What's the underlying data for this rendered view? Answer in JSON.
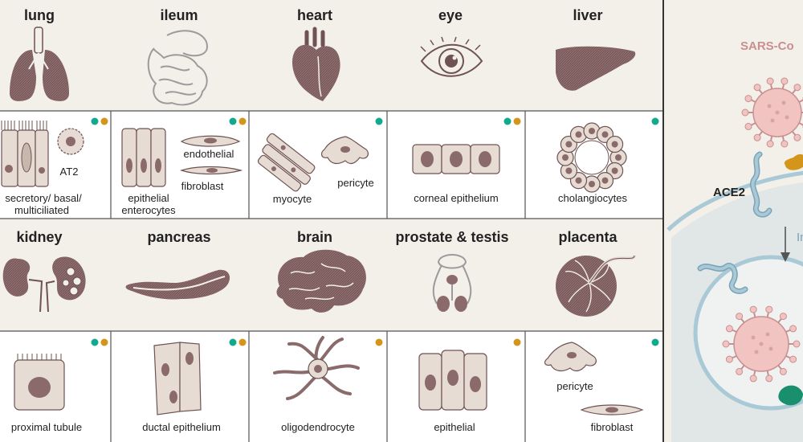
{
  "organs": [
    {
      "id": "lung",
      "label": "lung"
    },
    {
      "id": "ileum",
      "label": "ileum"
    },
    {
      "id": "heart",
      "label": "heart"
    },
    {
      "id": "eye",
      "label": "eye"
    },
    {
      "id": "liver",
      "label": "liver"
    },
    {
      "id": "kidney",
      "label": "kidney"
    },
    {
      "id": "pancreas",
      "label": "pancreas"
    },
    {
      "id": "brain",
      "label": "brain"
    },
    {
      "id": "prostate",
      "label": "prostate & testis"
    },
    {
      "id": "placenta",
      "label": "placenta"
    }
  ],
  "cells": {
    "lung_epi_1": "secretory/ basal/",
    "lung_epi_2": "multiciliated",
    "lung_at2": "AT2",
    "ileum_epi_1": "epithelial",
    "ileum_epi_2": "enterocytes",
    "ileum_endo": "endothelial",
    "ileum_fibro": "fibroblast",
    "heart_myo": "myocyte",
    "heart_peri": "pericyte",
    "eye_cornea": "corneal epithelium",
    "liver_chol": "cholangiocytes",
    "kidney_pt": "proximal tubule",
    "pancreas_duct": "ductal epithelium",
    "brain_oligo": "oligodendrocyte",
    "prostate_epi": "epithelial",
    "placenta_peri": "pericyte",
    "placenta_fibro": "fibroblast"
  },
  "markers": {
    "lung": [
      "teal",
      "orange"
    ],
    "ileum": [
      "teal",
      "orange"
    ],
    "heart": [
      "teal"
    ],
    "eye": [
      "teal",
      "orange"
    ],
    "liver": [
      "teal"
    ],
    "kidney": [
      "teal",
      "orange"
    ],
    "pancreas": [
      "teal",
      "orange"
    ],
    "brain": [
      "orange"
    ],
    "prostate": [
      "orange"
    ],
    "placenta": [
      "teal"
    ]
  },
  "virus_panel": {
    "virus_label": "SARS-Co",
    "receptor_label": "ACE2",
    "entry_label": "In"
  },
  "colors": {
    "background": "#f3efe9",
    "organ_fill": "#8a6a6a",
    "cell_fill": "#e6dcd4",
    "nucleus": "#8a6a6a",
    "teal": "#13a98c",
    "orange": "#d4961a",
    "virus": "#f1c4c2",
    "membrane": "#a9c9d6"
  }
}
